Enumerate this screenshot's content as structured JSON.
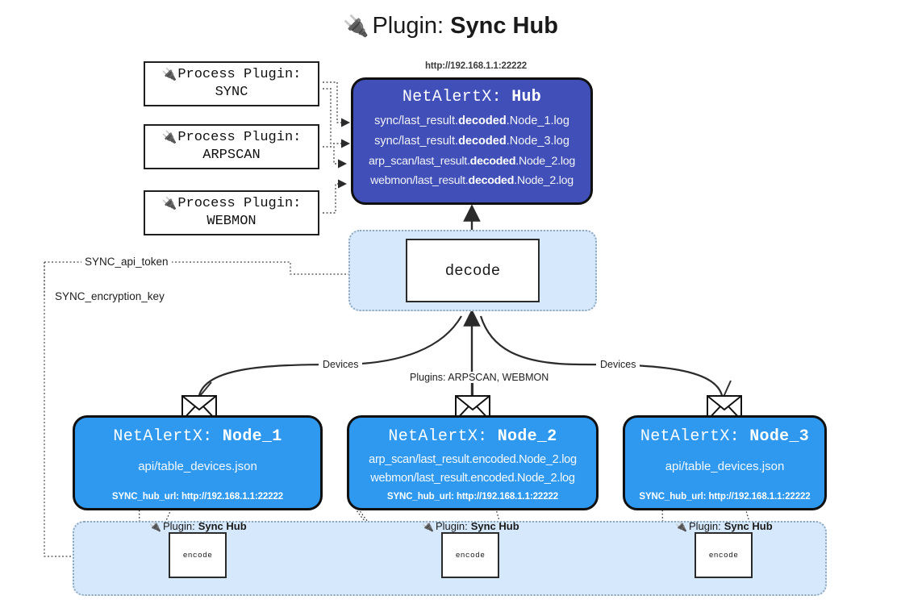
{
  "title": {
    "icon": "plug-icon",
    "prefix": "Plugin: ",
    "name": "Sync Hub"
  },
  "process_plugins": [
    {
      "icon": "plug-icon",
      "line1": "Process Plugin:",
      "line2": "SYNC"
    },
    {
      "icon": "plug-icon",
      "line1": "Process Plugin:",
      "line2": "ARPSCAN"
    },
    {
      "icon": "plug-icon",
      "line1": "Process Plugin:",
      "line2": "WEBMON"
    }
  ],
  "hub": {
    "url": "http://192.168.1.1:22222",
    "title_prefix": "NetAlertX: ",
    "title_name": "Hub",
    "lines": [
      {
        "pre": "sync/last_result.",
        "strong": "decoded",
        "post": ".Node_1.log"
      },
      {
        "pre": "sync/last_result.",
        "strong": "decoded",
        "post": ".Node_3.log"
      },
      {
        "pre": "arp_scan/last_result.",
        "strong": "decoded",
        "post": ".Node_2.log"
      },
      {
        "pre": "webmon/last_result.",
        "strong": "decoded",
        "post": ".Node_2.log"
      }
    ]
  },
  "decode": {
    "label": "decode"
  },
  "tokens": {
    "api_token": "SYNC_api_token",
    "encryption_key": "SYNC_encryption_key"
  },
  "edge_labels": {
    "devices_left": "Devices",
    "devices_right": "Devices",
    "plugins_center": "Plugins: ARPSCAN, WEBMON"
  },
  "nodes": [
    {
      "title_prefix": "NetAlertX: ",
      "title_name": "Node_1",
      "lines": [
        "api/table_devices.json"
      ],
      "hub_url_label": "SYNC_hub_url: http://192.168.1.1:22222",
      "envelope_icon": "envelope-icon"
    },
    {
      "title_prefix": "NetAlertX: ",
      "title_name": "Node_2",
      "lines": [
        "arp_scan/last_result.encoded.Node_2.log",
        "webmon/last_result.encoded.Node_2.log"
      ],
      "hub_url_label": "SYNC_hub_url: http://192.168.1.1:22222",
      "envelope_icon": "envelope-icon"
    },
    {
      "title_prefix": "NetAlertX: ",
      "title_name": "Node_3",
      "lines": [
        "api/table_devices.json"
      ],
      "hub_url_label": "SYNC_hub_url: http://192.168.1.1:22222",
      "envelope_icon": "envelope-icon"
    }
  ],
  "encoders": [
    {
      "plugin_prefix": "Plugin: ",
      "plugin_name": "Sync Hub",
      "label": "encode",
      "icon": "plug-icon"
    },
    {
      "plugin_prefix": "Plugin: ",
      "plugin_name": "Sync Hub",
      "label": "encode",
      "icon": "plug-icon"
    },
    {
      "plugin_prefix": "Plugin: ",
      "plugin_name": "Sync Hub",
      "label": "encode",
      "icon": "plug-icon"
    }
  ],
  "colors": {
    "hub_fill": "#4150b8",
    "node_fill": "#2f99ef",
    "container_fill": "#d6e8fb",
    "stroke": "#101010",
    "background": "#ffffff"
  }
}
